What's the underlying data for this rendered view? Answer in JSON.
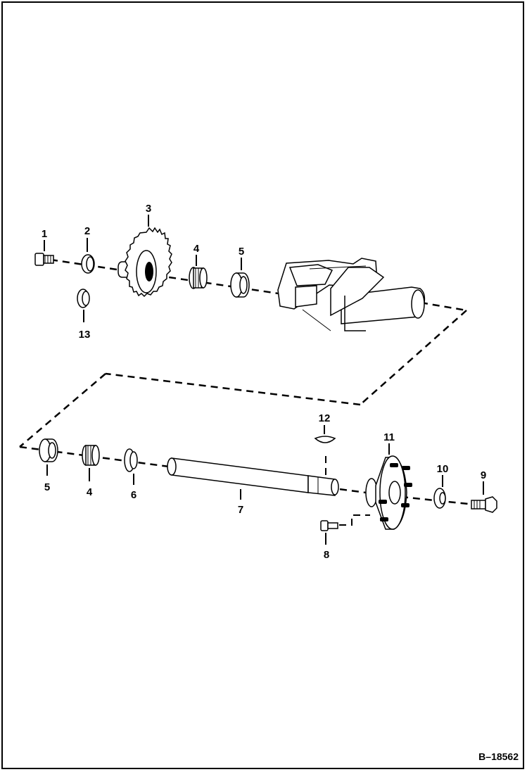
{
  "diagram": {
    "callouts": {
      "c1": "1",
      "c2": "2",
      "c3": "3",
      "c4_top": "4",
      "c5_top": "5",
      "c13": "13",
      "c12": "12",
      "c11": "11",
      "c10": "10",
      "c9": "9",
      "c5_bottom": "5",
      "c4_bottom": "4",
      "c6": "6",
      "c7": "7",
      "c8": "8"
    },
    "figure_id": "B–18562"
  }
}
